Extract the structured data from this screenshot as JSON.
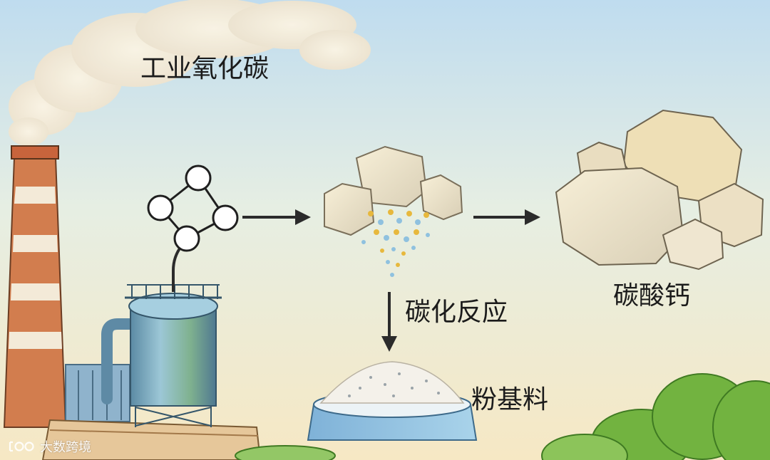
{
  "labels": {
    "industrial_co2": "工业氧化碳",
    "carbonation_reaction": "碳化反应",
    "calcium_carbonate": "碳酸钙",
    "powder_base": "粉基料"
  },
  "watermark": {
    "text": "大数跨境"
  },
  "colors": {
    "sky": "#cfe6f2",
    "brick": "#c8643c",
    "tank": "#6f9fb8",
    "stone": "#efe6cc",
    "arrow": "#2b2b2b",
    "foliage": "#6fae3c"
  },
  "icons": [
    "smokestack-icon",
    "co2-molecule-icon",
    "tank-icon",
    "stone-icon",
    "powder-tray-icon",
    "leaf-icon"
  ]
}
